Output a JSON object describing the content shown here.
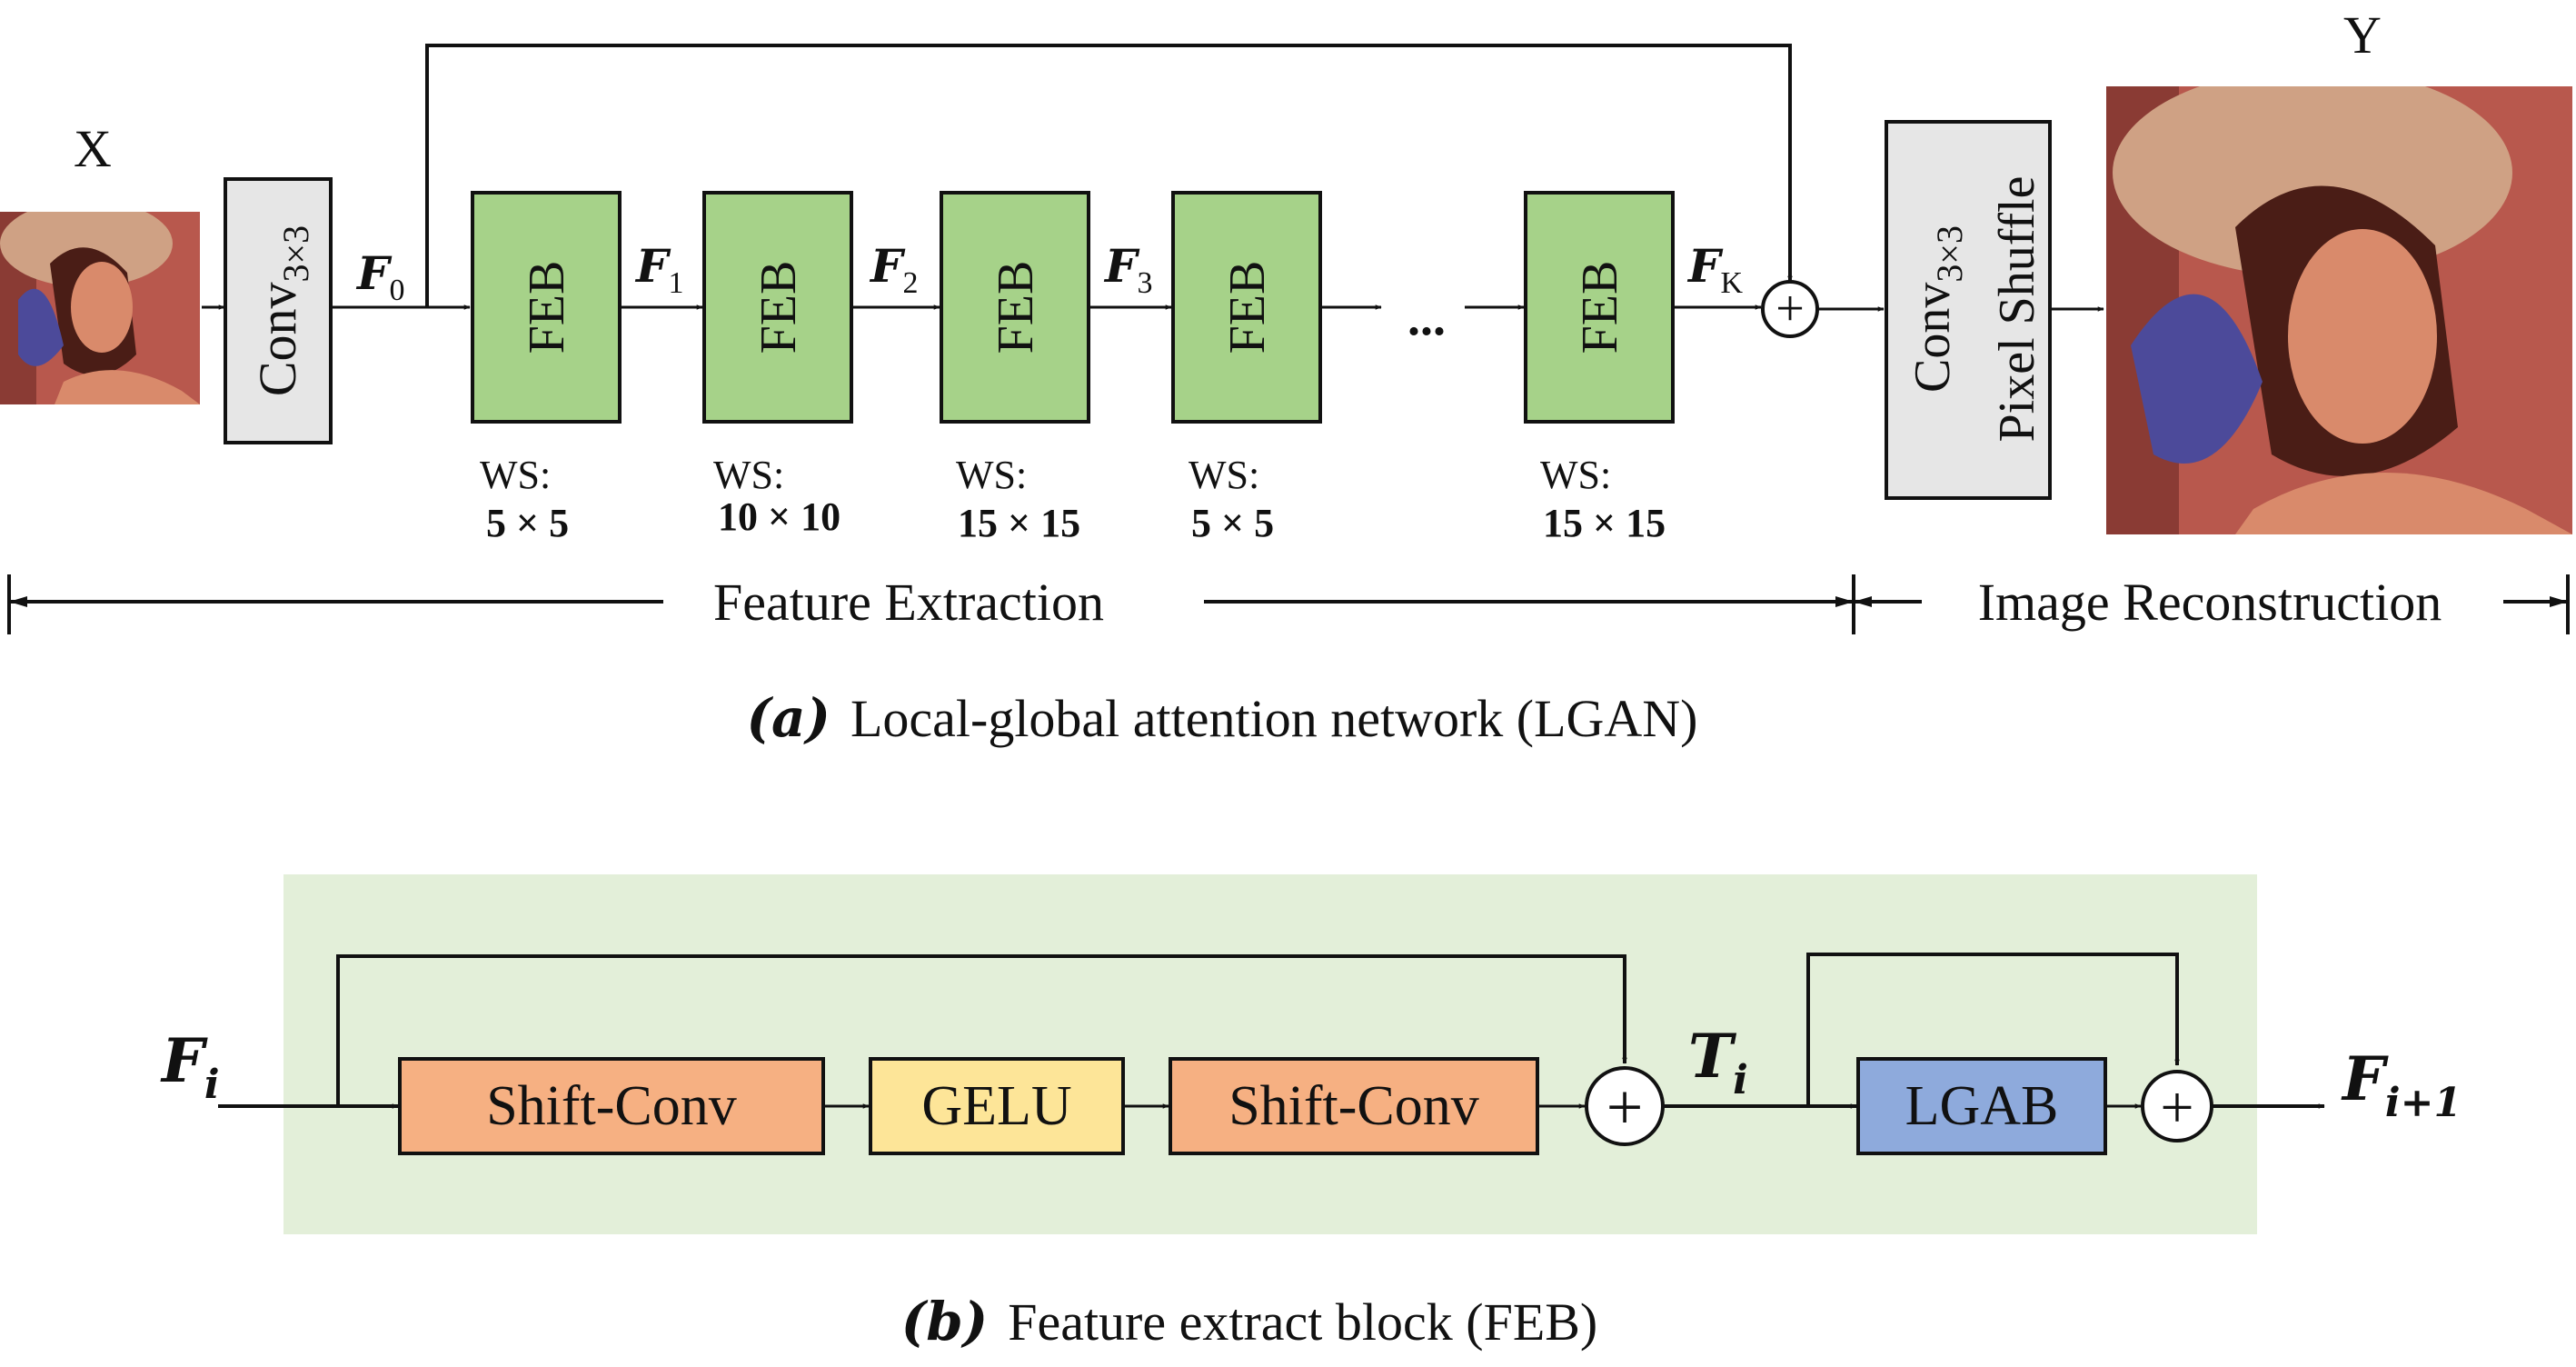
{
  "colors": {
    "feb_fill": "#a6d289",
    "conv_fill": "#e6e6e6",
    "shiftconv_fill": "#f6b082",
    "gelu_fill": "#fde598",
    "lgab_fill": "#8eaadc",
    "panel_bg": "#e3efd9",
    "stroke": "#111111",
    "photo_skin": "#d98a6b",
    "photo_hat": "#cfa184",
    "photo_feather": "#4c4a9a",
    "photo_hair": "#4a1d16",
    "photo_bg": "#b8584d"
  },
  "panel_a": {
    "input_label": "X",
    "output_label": "Y",
    "input_image_icon": "portrait-photo",
    "output_image_icon": "portrait-photo",
    "conv_in": {
      "base": "Conv",
      "sub": "3×3"
    },
    "conv_out": {
      "line1_base": "Conv",
      "line1_sub": "3×3",
      "line2": "Pixel Shuffle"
    },
    "feature_labels": [
      {
        "base": "F",
        "sub": "0"
      },
      {
        "base": "F",
        "sub": "1"
      },
      {
        "base": "F",
        "sub": "2"
      },
      {
        "base": "F",
        "sub": "3"
      },
      {
        "base": "F",
        "sub": "K"
      }
    ],
    "ellipsis": "...",
    "feb_blocks": [
      {
        "label": "FEB",
        "ws_title": "WS:",
        "ws_value": "5 × 5"
      },
      {
        "label": "FEB",
        "ws_title": "WS:",
        "ws_value": "10 × 10"
      },
      {
        "label": "FEB",
        "ws_title": "WS:",
        "ws_value": "15 × 15"
      },
      {
        "label": "FEB",
        "ws_title": "WS:",
        "ws_value": "5 × 5"
      },
      {
        "label": "FEB",
        "ws_title": "WS:",
        "ws_value": "15 × 15"
      }
    ],
    "sum_symbol": "+",
    "stage_feature": "Feature Extraction",
    "stage_recon": "Image Reconstruction",
    "caption_tag": "(a)",
    "caption_text": "Local-global attention network (LGAN)"
  },
  "panel_b": {
    "input": {
      "base": "F",
      "sub": "i"
    },
    "shift_conv_1": "Shift-Conv",
    "gelu": "GELU",
    "shift_conv_2": "Shift-Conv",
    "intermediate": {
      "base": "T",
      "sub": "i"
    },
    "lgab": "LGAB",
    "output": {
      "base": "F",
      "sub": "i+1"
    },
    "sum_symbol": "+",
    "caption_tag": "(b)",
    "caption_text": "Feature extract block (FEB)"
  }
}
